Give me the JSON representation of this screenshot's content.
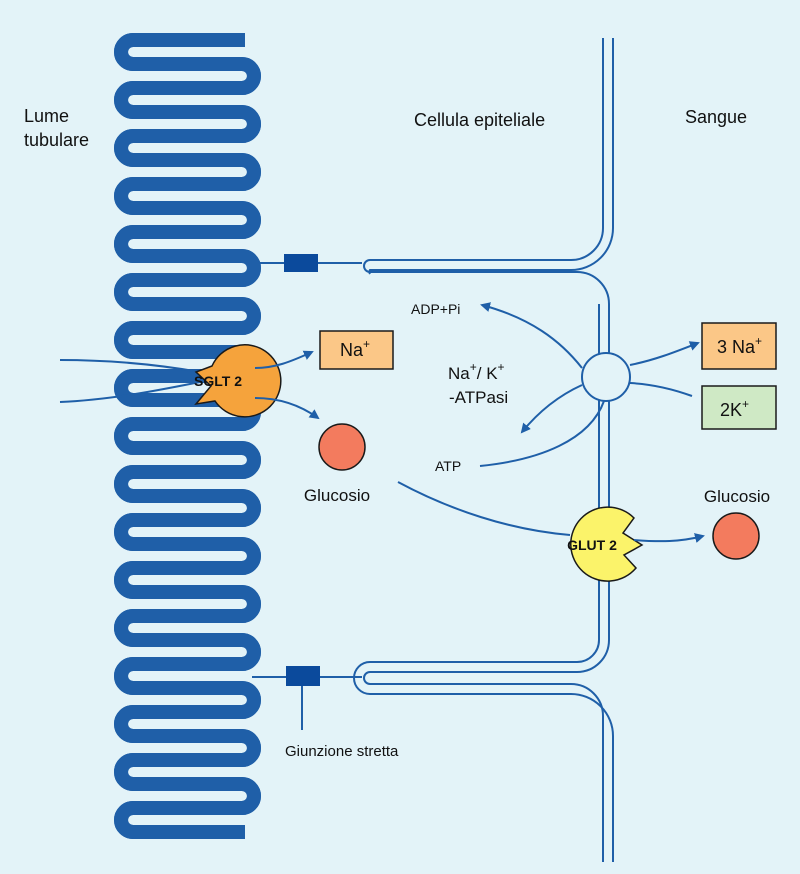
{
  "labels": {
    "lumen_line1": "Lume",
    "lumen_line2": "tubulare",
    "cell": "Cellula epiteliale",
    "blood": "Sangue",
    "adp": "ADP+Pi",
    "atp": "ATP",
    "pump_line1_a": "Na",
    "pump_line1_sup1": "+",
    "pump_line1_b": "/ K",
    "pump_line1_sup2": "+",
    "pump_line2": "-ATPasi",
    "glucose_cell": "Glucosio",
    "glucose_blood": "Glucosio",
    "tight_junction": "Giunzione  stretta"
  },
  "transporters": {
    "sglt": "SGLT 2",
    "glut": "GLUT 2"
  },
  "ion_boxes": {
    "na_cell": {
      "text": "Na",
      "sup": "+"
    },
    "na_blood": {
      "text": "3 Na",
      "sup": "+"
    },
    "k_blood": {
      "text": "2K",
      "sup": "+"
    }
  },
  "colors": {
    "background": "#e3f3f8",
    "membrane": "#1f5fa8",
    "junction": "#0b4a9c",
    "sglt": "#f5a33c",
    "glut": "#fbf36a",
    "glucose": "#f37b5e",
    "na_box": "#fbc787",
    "k_box": "#cfe9c5"
  }
}
